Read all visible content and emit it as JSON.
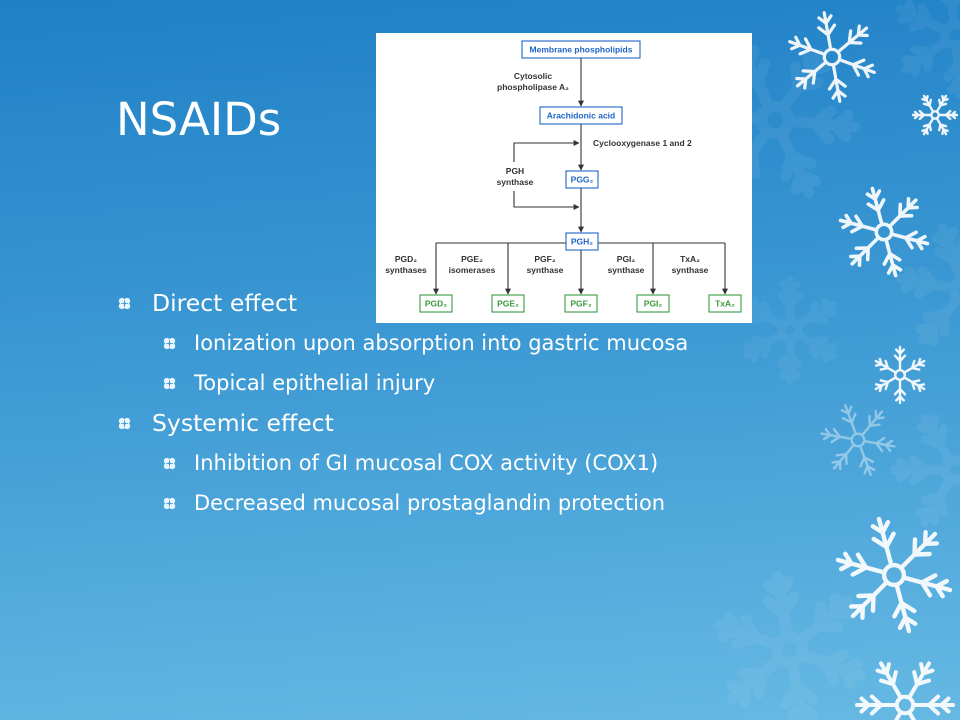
{
  "slide": {
    "title": "NSAIDs",
    "bullets": [
      {
        "text": "Direct effect",
        "sub": [
          "Ionization upon absorption into gastric mucosa",
          "Topical epithelial injury"
        ]
      },
      {
        "text": "Systemic effect",
        "sub": [
          "Inhibition of GI mucosal COX activity (COX1)",
          "Decreased mucosal prostaglandin protection"
        ]
      }
    ]
  },
  "diagram": {
    "nodes": {
      "membrane": "Membrane phospholipids",
      "arachidonic": "Arachidonic acid",
      "pgg2": "PGG₂",
      "pgh2": "PGH₂",
      "products": [
        "PGD₂",
        "PGE₂",
        "PGF₂",
        "PGI₂",
        "TxA₂"
      ]
    },
    "enzymes": {
      "cpla2": [
        "Cytosolic",
        "phospholipase A₂"
      ],
      "cox": "Cyclooxygenase 1 and 2",
      "pgh_synthase": [
        "PGH",
        "synthase"
      ],
      "products": [
        [
          "PGD₂",
          "synthases"
        ],
        [
          "PGE₂",
          "isomerases"
        ],
        [
          "PGF₂",
          "synthase"
        ],
        [
          "PGI₂",
          "synthase"
        ],
        [
          "TxA₂",
          "synthase"
        ]
      ]
    }
  },
  "theme": {
    "background_top": "#1f80c6",
    "background_mid": "#3b98d3",
    "background_bottom": "#66b9e3",
    "text": "#ffffff",
    "diagram_node": "#1f63c7",
    "diagram_product": "#3a9a3e",
    "diagram_enzyme_text": "#333333"
  },
  "icons": {
    "bullet": "flower-bullet",
    "decoration": "snowflake",
    "diagram_connector": "arrow"
  }
}
